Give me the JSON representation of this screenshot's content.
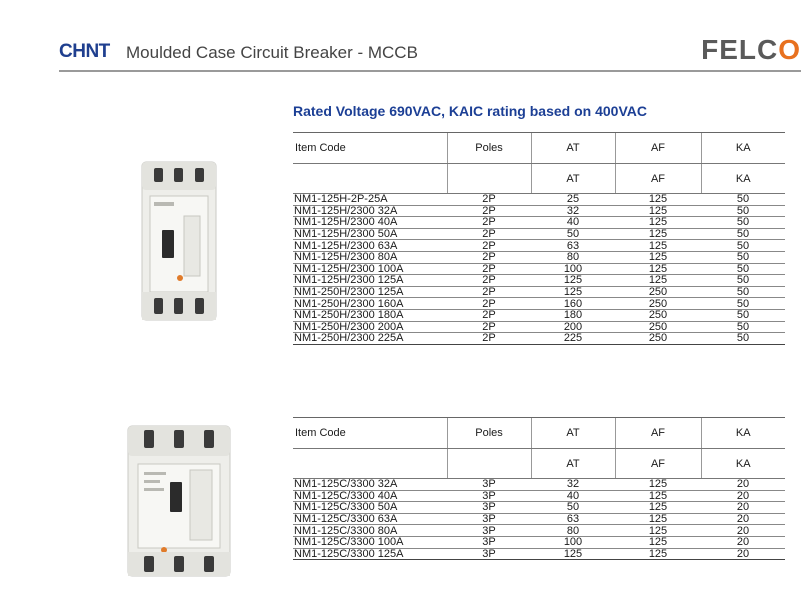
{
  "header": {
    "chint_logo": "CHNT",
    "title": "Moulded Case Circuit Breaker - MCCB",
    "felco_logo_prefix": "FELC",
    "felco_logo_suffix": "O"
  },
  "section": {
    "heading": "Rated Voltage 690VAC, KAIC rating based on 400VAC"
  },
  "colors": {
    "heading_blue": "#1c3f95",
    "chint_blue": "#1f3f8f",
    "felco_gray": "#5a5a5a",
    "felco_orange": "#e8711f"
  },
  "images": {
    "product1_icon": "mccb-2p-breaker-icon",
    "product2_icon": "mccb-3p-breaker-icon"
  },
  "table1": {
    "headers": [
      "Item Code",
      "Poles",
      "AT",
      "AF",
      "KA"
    ],
    "subheaders": [
      "",
      "",
      "AT",
      "AF",
      "KA"
    ],
    "rows": [
      [
        "NM1-125H-2P-25A",
        "2P",
        "25",
        "125",
        "50"
      ],
      [
        "NM1-125H/2300 32A",
        "2P",
        "32",
        "125",
        "50"
      ],
      [
        "NM1-125H/2300 40A",
        "2P",
        "40",
        "125",
        "50"
      ],
      [
        "NM1-125H/2300 50A",
        "2P",
        "50",
        "125",
        "50"
      ],
      [
        "NM1-125H/2300 63A",
        "2P",
        "63",
        "125",
        "50"
      ],
      [
        "NM1-125H/2300 80A",
        "2P",
        "80",
        "125",
        "50"
      ],
      [
        "NM1-125H/2300 100A",
        "2P",
        "100",
        "125",
        "50"
      ],
      [
        "NM1-125H/2300 125A",
        "2P",
        "125",
        "125",
        "50"
      ],
      [
        "NM1-250H/2300 125A",
        "2P",
        "125",
        "250",
        "50"
      ],
      [
        "NM1-250H/2300 160A",
        "2P",
        "160",
        "250",
        "50"
      ],
      [
        "NM1-250H/2300 180A",
        "2P",
        "180",
        "250",
        "50"
      ],
      [
        "NM1-250H/2300 200A",
        "2P",
        "200",
        "250",
        "50"
      ],
      [
        "NM1-250H/2300 225A",
        "2P",
        "225",
        "250",
        "50"
      ]
    ]
  },
  "table2": {
    "headers": [
      "Item Code",
      "Poles",
      "AT",
      "AF",
      "KA"
    ],
    "subheaders": [
      "",
      "",
      "AT",
      "AF",
      "KA"
    ],
    "rows": [
      [
        "NM1-125C/3300 32A",
        "3P",
        "32",
        "125",
        "20"
      ],
      [
        "NM1-125C/3300 40A",
        "3P",
        "40",
        "125",
        "20"
      ],
      [
        "NM1-125C/3300 50A",
        "3P",
        "50",
        "125",
        "20"
      ],
      [
        "NM1-125C/3300 63A",
        "3P",
        "63",
        "125",
        "20"
      ],
      [
        "NM1-125C/3300 80A",
        "3P",
        "80",
        "125",
        "20"
      ],
      [
        "NM1-125C/3300 100A",
        "3P",
        "100",
        "125",
        "20"
      ],
      [
        "NM1-125C/3300 125A",
        "3P",
        "125",
        "125",
        "20"
      ]
    ]
  }
}
